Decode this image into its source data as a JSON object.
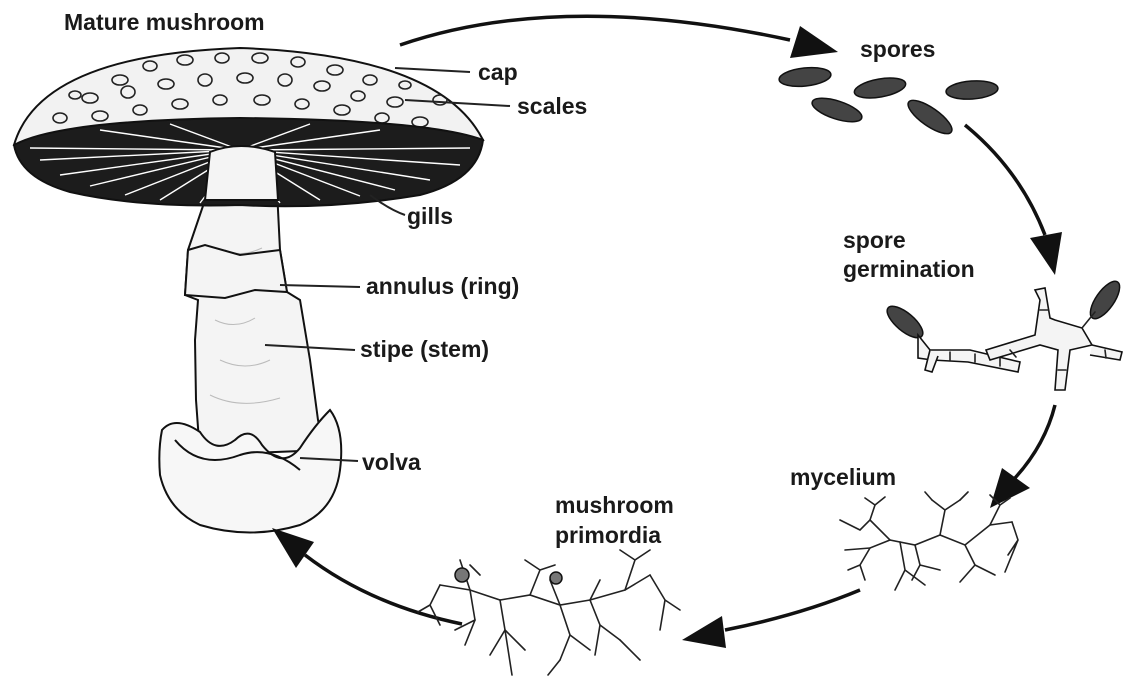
{
  "labels": {
    "mature_mushroom": "Mature mushroom",
    "cap": "cap",
    "scales": "scales",
    "gills": "gills",
    "annulus": "annulus (ring)",
    "stipe": "stipe (stem)",
    "volva": "volva",
    "spores": "spores",
    "spore_germination_line1": "spore",
    "spore_germination_line2": "germination",
    "mycelium": "mycelium",
    "primordia_line1": "mushroom",
    "primordia_line2": "primordia"
  },
  "colors": {
    "ink": "#111111",
    "gill_dark": "#1c1c1c",
    "cap_fill": "#f2f2f2",
    "stem_fill": "#f4f4f4",
    "spore_fill": "#444444"
  }
}
